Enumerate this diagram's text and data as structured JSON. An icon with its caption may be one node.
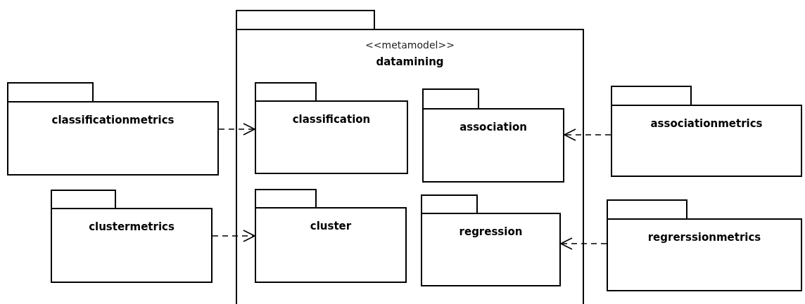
{
  "diagram": {
    "nodes": [
      {
        "text": [
          "<<metamodel>>",
          "datamining"
        ]
      },
      {
        "text": [
          "classificationmetrics"
        ]
      },
      {
        "text": [
          "classification"
        ],
        "in": 0
      },
      {
        "text": [
          "association"
        ],
        "in": 0
      },
      {
        "text": [
          "associationmetrics"
        ]
      },
      {
        "text": [
          "clustermetrics"
        ]
      },
      {
        "text": [
          "cluster"
        ],
        "in": 0
      },
      {
        "text": [
          "regression"
        ],
        "in": 0
      },
      {
        "text": [
          "regrerssionmetrics"
        ]
      }
    ],
    "edges": [
      {
        "from": 1,
        "to": 2,
        "arrow": "to",
        "style": "dashed"
      },
      {
        "from": 4,
        "to": 3,
        "arrow": "to",
        "style": "dashed"
      },
      {
        "from": 5,
        "to": 6,
        "arrow": "to",
        "style": "dashed"
      },
      {
        "from": 8,
        "to": 7,
        "arrow": "to",
        "style": "dashed"
      }
    ]
  }
}
